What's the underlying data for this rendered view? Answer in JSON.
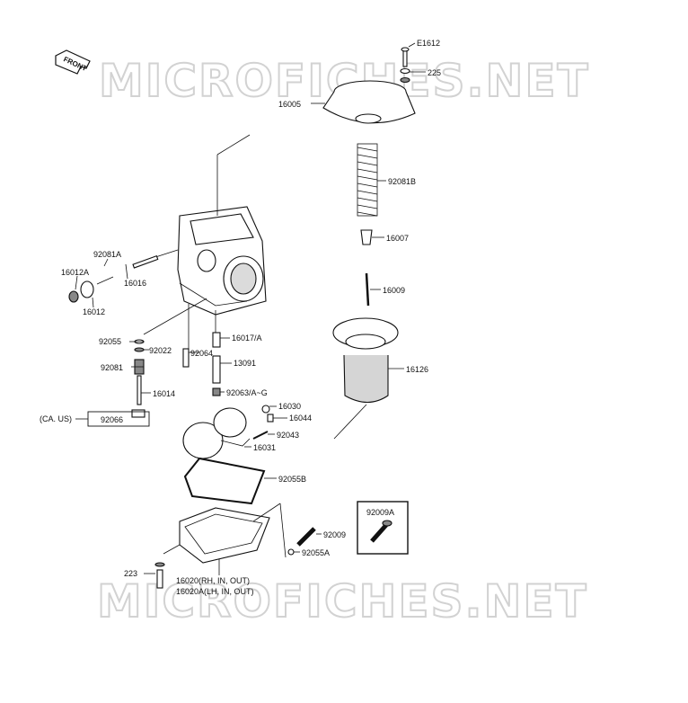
{
  "watermark": "MICROFICHES.NET",
  "direction_label": "FRONT",
  "callouts": [
    {
      "id": "e1612",
      "text": "E1612"
    },
    {
      "id": "225",
      "text": "225"
    },
    {
      "id": "16005",
      "text": "16005"
    },
    {
      "id": "92081b",
      "text": "92081B"
    },
    {
      "id": "16007",
      "text": "16007"
    },
    {
      "id": "16009",
      "text": "16009"
    },
    {
      "id": "16126",
      "text": "16126"
    },
    {
      "id": "92081a",
      "text": "92081A"
    },
    {
      "id": "16012a",
      "text": "16012A"
    },
    {
      "id": "16016",
      "text": "16016"
    },
    {
      "id": "16012",
      "text": "16012"
    },
    {
      "id": "92055",
      "text": "92055"
    },
    {
      "id": "92022",
      "text": "92022"
    },
    {
      "id": "16017a",
      "text": "16017/A"
    },
    {
      "id": "92064",
      "text": "92064"
    },
    {
      "id": "13091",
      "text": "13091"
    },
    {
      "id": "92081",
      "text": "92081"
    },
    {
      "id": "16014",
      "text": "16014"
    },
    {
      "id": "92063ag",
      "text": "92063/A~G"
    },
    {
      "id": "16030",
      "text": "16030"
    },
    {
      "id": "16044",
      "text": "16044"
    },
    {
      "id": "caus",
      "text": "(CA. US)"
    },
    {
      "id": "92066",
      "text": "92066"
    },
    {
      "id": "92043",
      "text": "92043"
    },
    {
      "id": "16031",
      "text": "16031"
    },
    {
      "id": "92055b",
      "text": "92055B"
    },
    {
      "id": "92009a",
      "text": "92009A"
    },
    {
      "id": "92009",
      "text": "92009"
    },
    {
      "id": "92055a",
      "text": "92055A"
    },
    {
      "id": "223",
      "text": "223"
    },
    {
      "id": "16020",
      "text": "16020(RH, IN, OUT)"
    },
    {
      "id": "16020a",
      "text": "16020A(LH, IN, OUT)"
    }
  ]
}
